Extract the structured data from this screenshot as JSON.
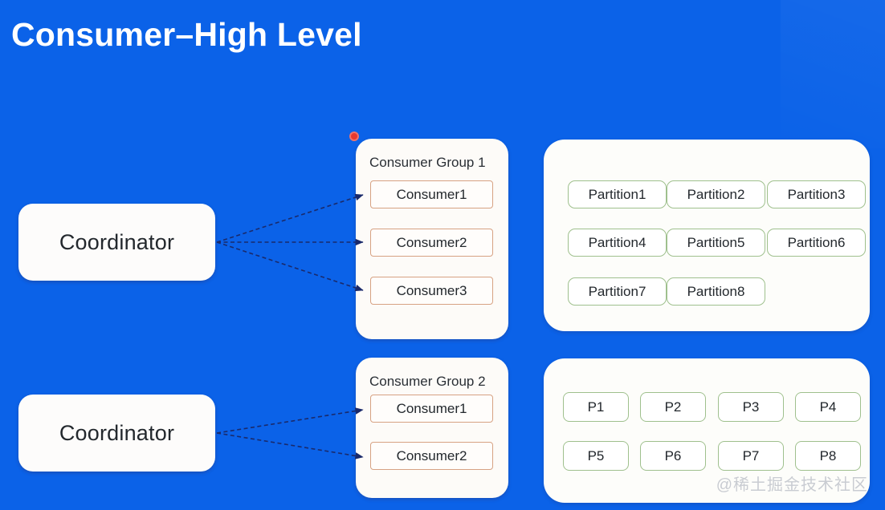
{
  "slide": {
    "title": "Consumer–High Level",
    "background_color": "#0B62E8",
    "title_color": "#FFFFFF"
  },
  "coordinators": [
    {
      "label": "Coordinator"
    },
    {
      "label": "Coordinator"
    }
  ],
  "consumer_groups": [
    {
      "title": "Consumer Group 1",
      "has_status_dot": true,
      "status_dot_color": "#E8392F",
      "consumers": [
        {
          "label": "Consumer1"
        },
        {
          "label": "Consumer2"
        },
        {
          "label": "Consumer3"
        }
      ]
    },
    {
      "title": "Consumer Group 2",
      "has_status_dot": false,
      "consumers": [
        {
          "label": "Consumer1"
        },
        {
          "label": "Consumer2"
        }
      ]
    }
  ],
  "partition_panels": [
    {
      "border_color": "#9FC08D",
      "partitions": [
        {
          "label": "Partition1"
        },
        {
          "label": "Partition2"
        },
        {
          "label": "Partition3"
        },
        {
          "label": "Partition4"
        },
        {
          "label": "Partition5"
        },
        {
          "label": "Partition6"
        },
        {
          "label": "Partition7"
        },
        {
          "label": "Partition8"
        }
      ]
    },
    {
      "border_color": "#9FC08D",
      "partitions": [
        {
          "label": "P1"
        },
        {
          "label": "P2"
        },
        {
          "label": "P3"
        },
        {
          "label": "P4"
        },
        {
          "label": "P5"
        },
        {
          "label": "P6"
        },
        {
          "label": "P7"
        },
        {
          "label": "P8"
        }
      ]
    }
  ],
  "watermark": {
    "text": "@稀土掘金技术社区"
  },
  "connectors": {
    "style": "dashed-arrow",
    "color": "#1A2A6B",
    "group1_count": 3,
    "group2_count": 2
  }
}
